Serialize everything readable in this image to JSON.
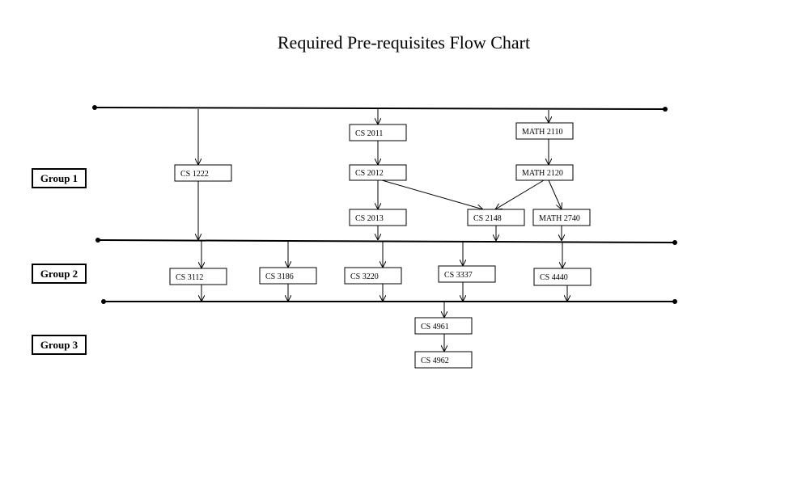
{
  "title": "Required Pre-requisites Flow Chart",
  "groups": {
    "group1": "Group 1",
    "group2": "Group 2",
    "group3": "Group 3"
  },
  "courses": {
    "cs1222": "CS 1222",
    "cs2011": "CS 2011",
    "math2110": "MATH 2110",
    "cs2012": "CS 2012",
    "math2120": "MATH 2120",
    "cs2013": "CS 2013",
    "cs2148": "CS 2148",
    "math2740": "MATH 2740",
    "cs3112": "CS 3112",
    "cs3186": "CS 3186",
    "cs3220": "CS 3220",
    "cs3337": "CS 3337",
    "cs4440": "CS 4440",
    "cs4961": "CS 4961",
    "cs4962": "CS 4962"
  }
}
